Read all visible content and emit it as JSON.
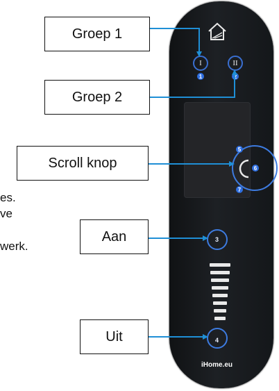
{
  "background_text": {
    "line1": "es.",
    "line2": "ve",
    "line3": "werk."
  },
  "callouts": {
    "groep1": "Groep 1",
    "groep2": "Groep 2",
    "scroll": "Scroll knop",
    "aan": "Aan",
    "uit": "Uit"
  },
  "remote": {
    "button_group1": "I",
    "button_group2": "II",
    "marker_numbers": {
      "n1": "1",
      "n2": "2",
      "n3": "3",
      "n4": "4",
      "n5": "5",
      "n6": "6",
      "n7": "7"
    },
    "brand": "iHome.eu",
    "icon": "house-icon"
  },
  "colors": {
    "accent": "#3a7fd0",
    "line": "#1f8fd6",
    "remote_body": "#16191c"
  }
}
